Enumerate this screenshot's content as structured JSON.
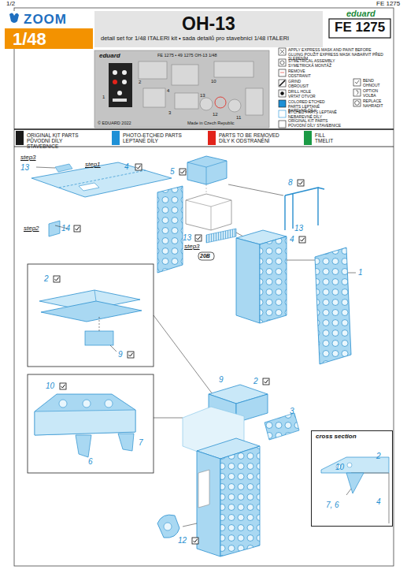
{
  "diagram": {
    "title": "OH-13",
    "nodes": [
      {
        "text": [
          "cross section",
          "10",
          "2",
          "7, 6",
          "4"
        ]
      }
    ],
    "labels": [
      "1/2",
      "FE 1275",
      "ZOOM",
      "1/48",
      "detail set for 1/48 ITALERI  kit • sada detailů pro stavebnici 1/48 ITALERI",
      "eduard",
      "FE 1275",
      "eduard",
      "FE 1275 • 49 1275  OH-13  1/48",
      "© EDUARD 2022",
      "Made in Czech Republic",
      "1",
      "2",
      "3",
      "4",
      "10",
      "13",
      "11",
      "12",
      "step3",
      "13",
      "step1",
      "4",
      "step2",
      "14",
      "5",
      "13",
      "step3",
      "20B",
      "8",
      "13",
      "4",
      "1",
      "2",
      "9",
      "9",
      "2",
      "3",
      "10",
      "6",
      "7",
      "12"
    ],
    "legend": [
      {
        "text": "APPLY EXPRESS MASK AND PAINT BEFORE GLUING POUŽIT EXPRESS MASK NABARVIT PŘED SLEPENÍM"
      },
      {
        "text": "SYMETRICAL ASSEMBLY SYMETRICKÁ MONTÁŽ"
      },
      {
        "text": "REMOVE ODSTRANIT"
      },
      {
        "text": "GRIND OBROUSIT"
      },
      {
        "text": "DRILL HOLE VRTAT OTVOR"
      },
      {
        "text": "COLORED ETCHED PARTS LEPTANÉ BAREVNÉ DÍLY"
      },
      {
        "text": "ETCHED PARTS LEPTANÉ NEBAREVNÉ DÍLY"
      },
      {
        "text": "ORIGINAL KIT PARTS PŮVODNÍ DÍLY STAVEBNICE"
      },
      {
        "text": "BEND OHNOUT"
      },
      {
        "text": "OPTION VOLBA"
      },
      {
        "text": "REPLACE NAHRADIT"
      },
      {
        "text": "ORIGINAL KIT PARTS PŮVODNÍ DÍLY STAVEBNICE",
        "color": "#1a1a1a"
      },
      {
        "text": "PHOTO-ETCHED PARTS LEPTANÉ DÍLY",
        "color": "#1e90d6"
      },
      {
        "text": "PARTS TO BE REMOVED DÍLY K ODSTRANĚNÍ",
        "color": "#e2231a"
      },
      {
        "text": "FILL TMELIT",
        "color": "#1b9a45"
      }
    ]
  }
}
